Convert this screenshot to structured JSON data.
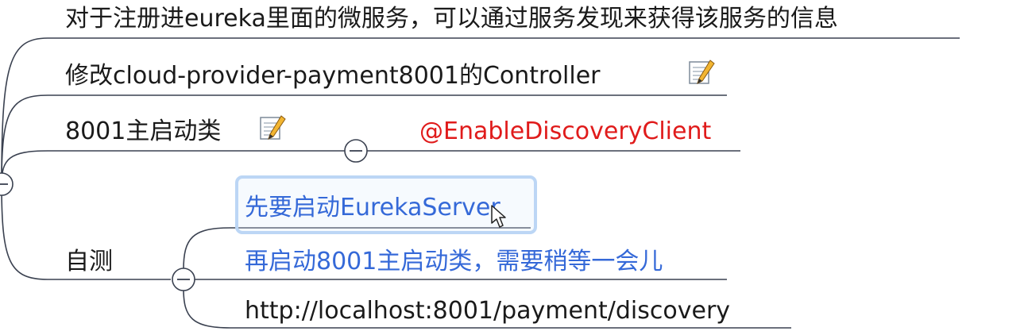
{
  "nodes": {
    "discovery_intro": "对于注册进eureka里面的微服务，可以通过服务发现来获得该服务的信息",
    "modify_controller": "修改cloud-provider-payment8001的Controller",
    "main_class": "8001主启动类",
    "annotation": "@EnableDiscoveryClient",
    "self_test": "自测",
    "start_server": "先要启动EurekaServer",
    "start_8001": "再启动8001主启动类，需要稍等一会儿",
    "test_url": "http://localhost:8001/payment/discovery"
  },
  "icons": {
    "note": "note-pencil-icon",
    "collapse": "collapse-minus-icon",
    "cursor": "mouse-cursor-icon"
  },
  "colors": {
    "branch_line": "#3a4150",
    "normal_text": "#1a1a1a",
    "child_text_blue": "#3569d8",
    "annotation_red": "#e01b1b",
    "selection_border": "#bcd6f5"
  }
}
